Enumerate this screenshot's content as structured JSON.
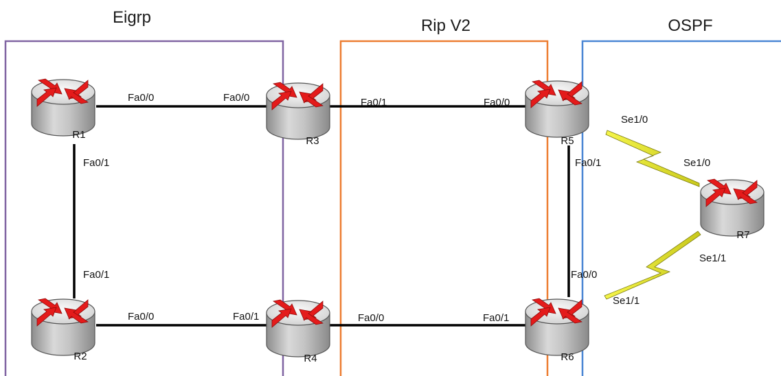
{
  "zones": [
    {
      "id": "eigrp",
      "title": "Eigrp",
      "color": "#8064A2"
    },
    {
      "id": "rip",
      "title": "Rip V2",
      "color": "#ED7D31"
    },
    {
      "id": "ospf",
      "title": "OSPF",
      "color": "#4A86D4"
    }
  ],
  "routers": [
    {
      "id": "r1",
      "name": "R1"
    },
    {
      "id": "r2",
      "name": "R2"
    },
    {
      "id": "r3",
      "name": "R3"
    },
    {
      "id": "r4",
      "name": "R4"
    },
    {
      "id": "r5",
      "name": "R5"
    },
    {
      "id": "r6",
      "name": "R6"
    },
    {
      "id": "r7",
      "name": "R7"
    }
  ],
  "links": [
    {
      "id": "r1-r3",
      "a_if": "Fa0/0",
      "b_if": "Fa0/0",
      "type": "ethernet"
    },
    {
      "id": "r1-r2",
      "a_if": "Fa0/1",
      "b_if": "Fa0/1",
      "type": "ethernet"
    },
    {
      "id": "r2-r4",
      "a_if": "Fa0/0",
      "b_if": "Fa0/1",
      "type": "ethernet"
    },
    {
      "id": "r3-r5",
      "a_if": "Fa0/1",
      "b_if": "Fa0/0",
      "type": "ethernet"
    },
    {
      "id": "r4-r6",
      "a_if": "Fa0/0",
      "b_if": "Fa0/1",
      "type": "ethernet"
    },
    {
      "id": "r5-r6",
      "a_if": "Fa0/1",
      "b_if": "Fa0/0",
      "type": "ethernet"
    },
    {
      "id": "r5-r7",
      "a_if": "Se1/0",
      "b_if": "Se1/0",
      "type": "serial"
    },
    {
      "id": "r6-r7",
      "a_if": "Se1/1",
      "b_if": "Se1/1",
      "type": "serial"
    }
  ],
  "colors": {
    "router_body": "#b8b8b8",
    "router_top": "#e6e6e6",
    "router_arrow": "#e41b1b",
    "serial_link": "#e8e830"
  }
}
